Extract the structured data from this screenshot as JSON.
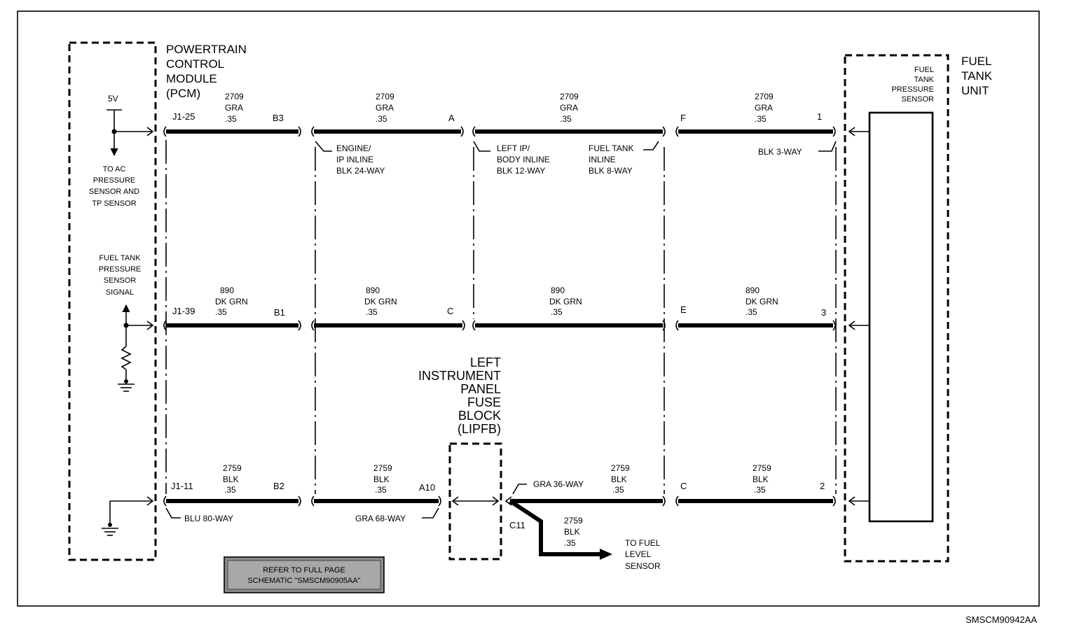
{
  "pcm": {
    "title": [
      "POWERTRAIN",
      "CONTROL",
      "MODULE",
      "(PCM)"
    ]
  },
  "fuel_tank_unit": {
    "title": [
      "FUEL",
      "TANK",
      "UNIT"
    ],
    "sensor": [
      "FUEL",
      "TANK",
      "PRESSURE",
      "SENSOR"
    ]
  },
  "lipfb": {
    "title": [
      "LEFT",
      "INSTRUMENT",
      "PANEL",
      "FUSE",
      "BLOCK",
      "(LIPFB)"
    ]
  },
  "pcm_internal": {
    "v5": "5V",
    "ac_sensor": [
      "TO AC",
      "PRESSURE",
      "SENSOR AND",
      "TP SENSOR"
    ],
    "signal": [
      "FUEL TANK",
      "PRESSURE",
      "SENSOR",
      "SIGNAL"
    ]
  },
  "circuits": [
    {
      "segments": [
        {
          "num": "2709",
          "color": "GRA",
          "gauge": ".35"
        },
        {
          "num": "2709",
          "color": "GRA",
          "gauge": ".35"
        },
        {
          "num": "2709",
          "color": "GRA",
          "gauge": ".35"
        },
        {
          "num": "2709",
          "color": "GRA",
          "gauge": ".35"
        }
      ],
      "pins": [
        "J1-25",
        "B3",
        "A",
        "F",
        "1"
      ]
    },
    {
      "segments": [
        {
          "num": "890",
          "color": "DK GRN",
          "gauge": ".35"
        },
        {
          "num": "890",
          "color": "DK GRN",
          "gauge": ".35"
        },
        {
          "num": "890",
          "color": "DK GRN",
          "gauge": ".35"
        },
        {
          "num": "890",
          "color": "DK GRN",
          "gauge": ".35"
        }
      ],
      "pins": [
        "J1-39",
        "B1",
        "C",
        "E",
        "3"
      ]
    },
    {
      "segments": [
        {
          "num": "2759",
          "color": "BLK",
          "gauge": ".35"
        },
        {
          "num": "2759",
          "color": "BLK",
          "gauge": ".35"
        },
        {
          "num": "2759",
          "color": "BLK",
          "gauge": ".35"
        },
        {
          "num": "2759",
          "color": "BLK",
          "gauge": ".35"
        }
      ],
      "pins": [
        "J1-11",
        "B2",
        "A10",
        "C",
        "2"
      ]
    }
  ],
  "connectors": {
    "engine_ip": [
      "ENGINE/",
      "IP INLINE",
      "BLK 24-WAY"
    ],
    "left_ip_body": [
      "LEFT IP/",
      "BODY INLINE",
      "BLK 12-WAY"
    ],
    "fuel_tank_inline": [
      "FUEL TANK",
      "INLINE",
      "BLK 8-WAY"
    ],
    "blk_3way": "BLK 3-WAY",
    "blu_80way": "BLU 80-WAY",
    "gra_68way": "GRA 68-WAY",
    "gra_36way": "GRA 36-WAY"
  },
  "splice": {
    "pin": "C11",
    "num": "2759",
    "color": "BLK",
    "gauge": ".35",
    "dest": [
      "TO FUEL",
      "LEVEL",
      "SENSOR"
    ]
  },
  "refer_box": [
    "REFER TO FULL PAGE",
    "SCHEMATIC \"SMSCM90905AA\""
  ],
  "figure_id": "SMSCM90942AA"
}
